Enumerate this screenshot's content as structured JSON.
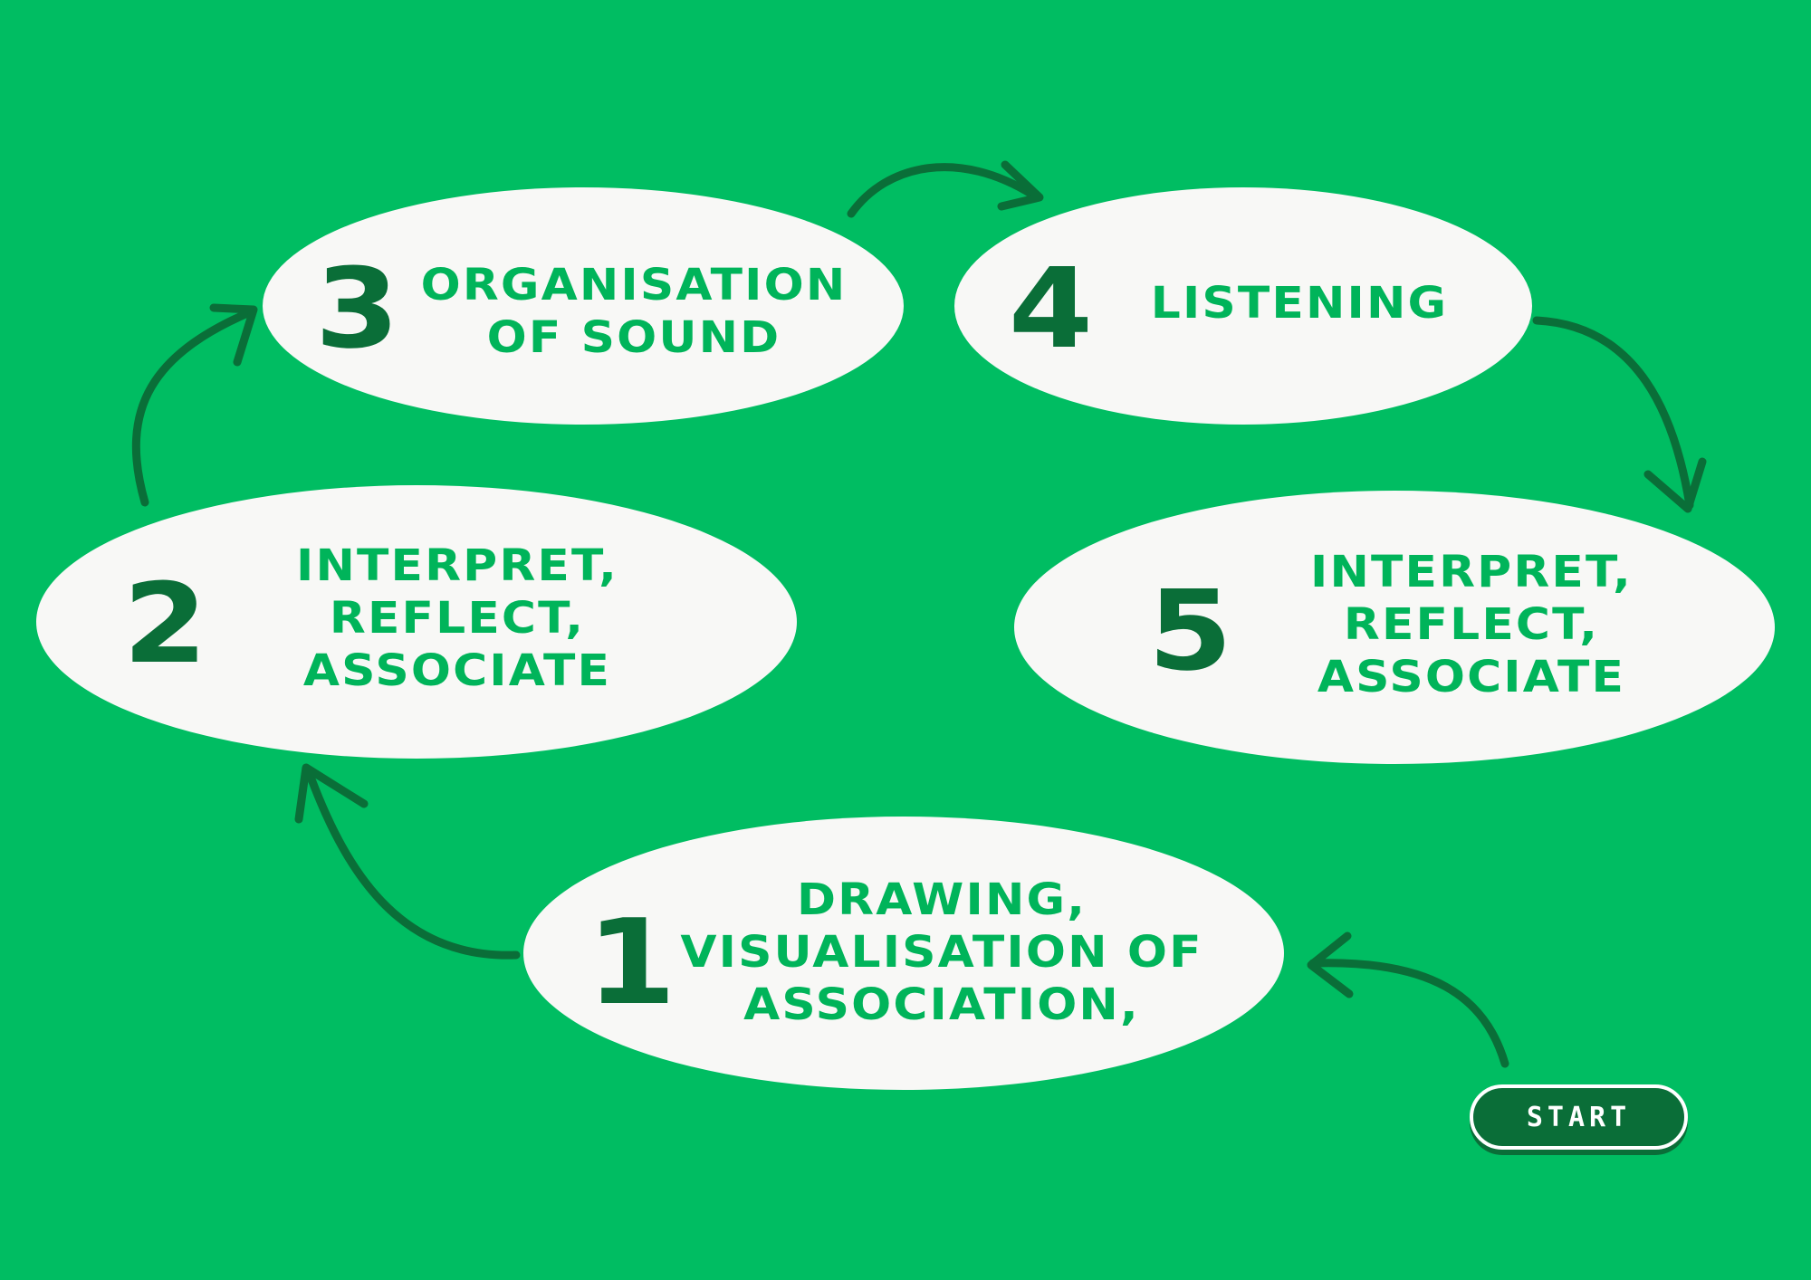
{
  "steps": [
    {
      "number": "1",
      "lines": [
        "DRAWING,",
        "VISUALISATION OF",
        "ASSOCIATION,"
      ]
    },
    {
      "number": "2",
      "lines": [
        "INTERPRET,",
        "REFLECT,",
        "ASSOCIATE"
      ]
    },
    {
      "number": "3",
      "lines": [
        "ORGANISATION",
        "OF SOUND"
      ]
    },
    {
      "number": "4",
      "lines": [
        "LISTENING"
      ]
    },
    {
      "number": "5",
      "lines": [
        "INTERPRET,",
        "REFLECT,",
        "ASSOCIATE"
      ]
    }
  ],
  "start_button": {
    "label": "START"
  },
  "colors": {
    "background": "#00bd62",
    "ellipse": "#f8f8f6",
    "number": "#0a6e38",
    "label": "#00b45a",
    "arrow": "#0a6e38"
  }
}
